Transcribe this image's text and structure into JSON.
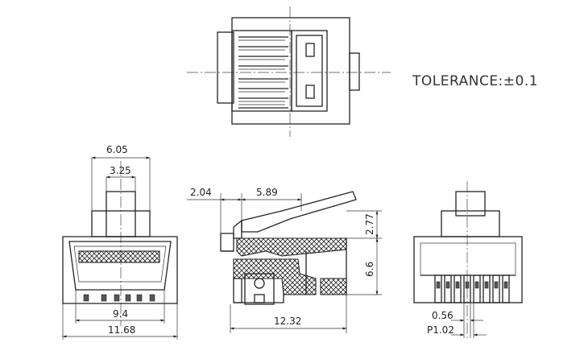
{
  "note": {
    "tolerance": "TOLERANCE:±0.1"
  },
  "dimensions": {
    "front_top_width": "6.05",
    "front_tab_width": "3.25",
    "front_contact_span": "9.4",
    "front_total_width": "11.68",
    "side_offset": "2.04",
    "side_top_length": "5.89",
    "side_latch_height": "2.77",
    "side_body_height": "6.6",
    "side_total_length": "12.32",
    "end_contact_width": "0.56",
    "end_pitch": "P1.02"
  }
}
